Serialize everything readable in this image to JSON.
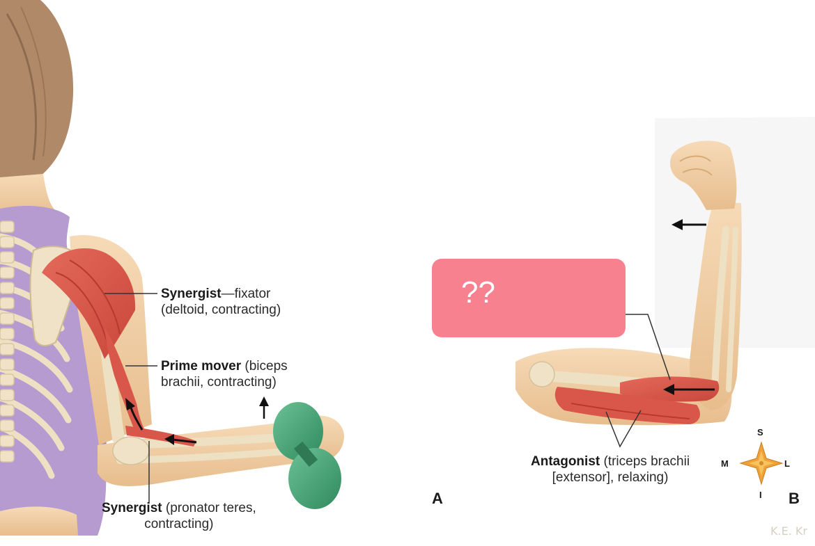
{
  "labels": {
    "synergist_fixator": {
      "term": "Synergist",
      "line1": "—fixator",
      "line2": "(deltoid, contracting)"
    },
    "prime_mover": {
      "term": "Prime mover",
      "line1": " (biceps",
      "line2": "brachii, contracting)"
    },
    "synergist_pronator": {
      "term": "Synergist",
      "line1": " (pronator teres,",
      "line2": "contracting)"
    },
    "antagonist": {
      "term": "Antagonist",
      "line1": " (triceps brachii",
      "line2": "[extensor], relaxing)"
    }
  },
  "panels": {
    "a": "A",
    "b": "B"
  },
  "question_box": {
    "text": "??",
    "color": "#f8818f"
  },
  "compass": {
    "top": "S",
    "bottom": "I",
    "left": "M",
    "right": "L"
  },
  "credit": "K.E. Kr",
  "colors": {
    "skin": "#f1cfa5",
    "muscle": "#d9574a",
    "bone": "#eee0c2",
    "shirt": "#b69bd1",
    "hair": "#b08a68",
    "dumbbell": "#3f9a6f"
  }
}
